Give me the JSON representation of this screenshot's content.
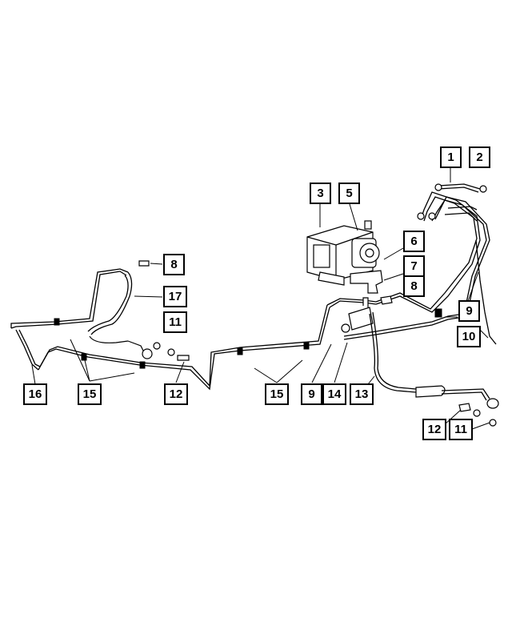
{
  "callouts": {
    "c1": "1",
    "c2": "2",
    "c3": "3",
    "c5": "5",
    "c6": "6",
    "c7": "7",
    "c8a": "8",
    "c8b": "8",
    "c17": "17",
    "c11a": "11",
    "c9a": "9",
    "c10": "10",
    "c16": "16",
    "c15a": "15",
    "c12a": "12",
    "c15b": "15",
    "c9b": "9",
    "c14": "14",
    "c13": "13",
    "c12b": "12",
    "c11b": "11"
  }
}
